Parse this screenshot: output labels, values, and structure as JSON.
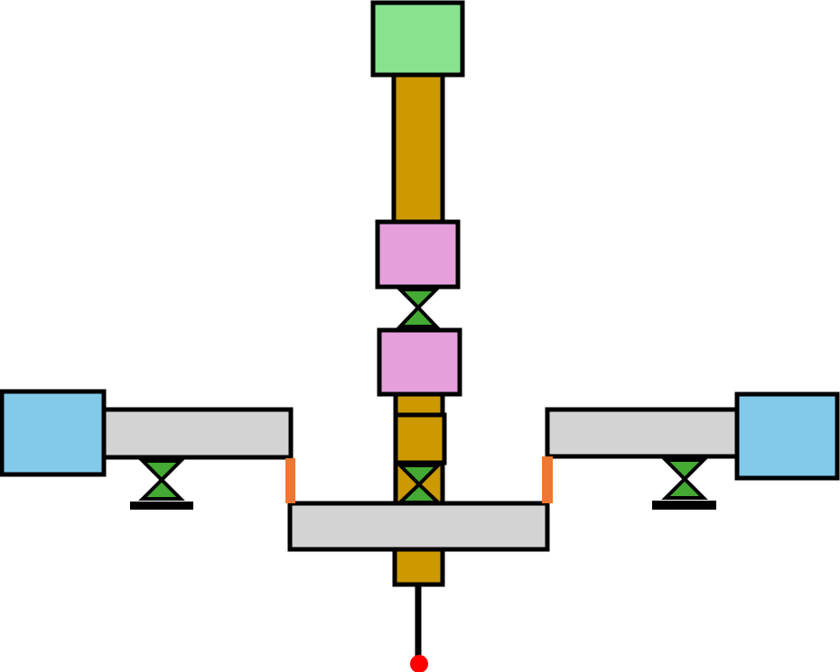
{
  "diagram": {
    "colors": {
      "outline": "#000000",
      "gold_rod": "#CC9900",
      "green_block": "#88E28E",
      "pink_block": "#E5A0DC",
      "blue_block": "#82CAEA",
      "gray_bar": "#D3D3D3",
      "hourglass_fill": "#44AA33",
      "orange_connector": "#EE7733",
      "red_endpoint": "#FF0000",
      "background": "#FFFFFF"
    },
    "components": [
      "green-block",
      "gold-rod",
      "pink-block",
      "hourglass-joint",
      "blue-block",
      "gray-bar",
      "orange-connector",
      "black-base",
      "red-endpoint"
    ]
  }
}
